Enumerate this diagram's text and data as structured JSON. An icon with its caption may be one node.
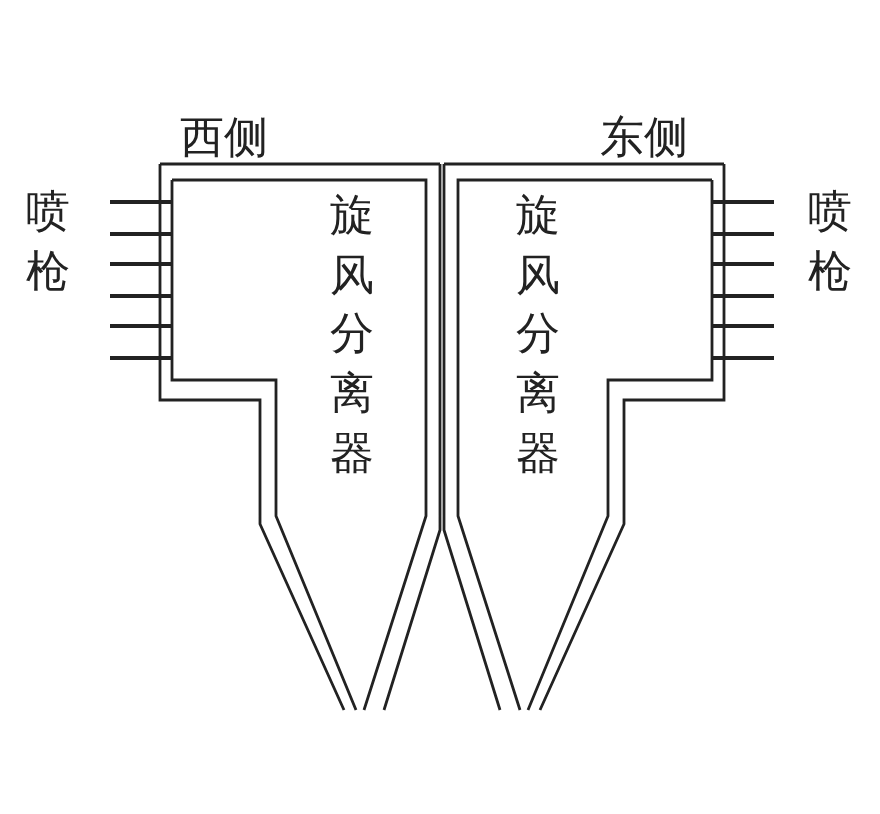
{
  "diagram": {
    "nodes": [
      {
        "text": [
          "西侧",
          "旋风分离器"
        ]
      },
      {
        "text": [
          "东侧",
          "旋风分离器"
        ]
      }
    ],
    "labels": [
      "喷枪",
      "喷枪"
    ]
  }
}
